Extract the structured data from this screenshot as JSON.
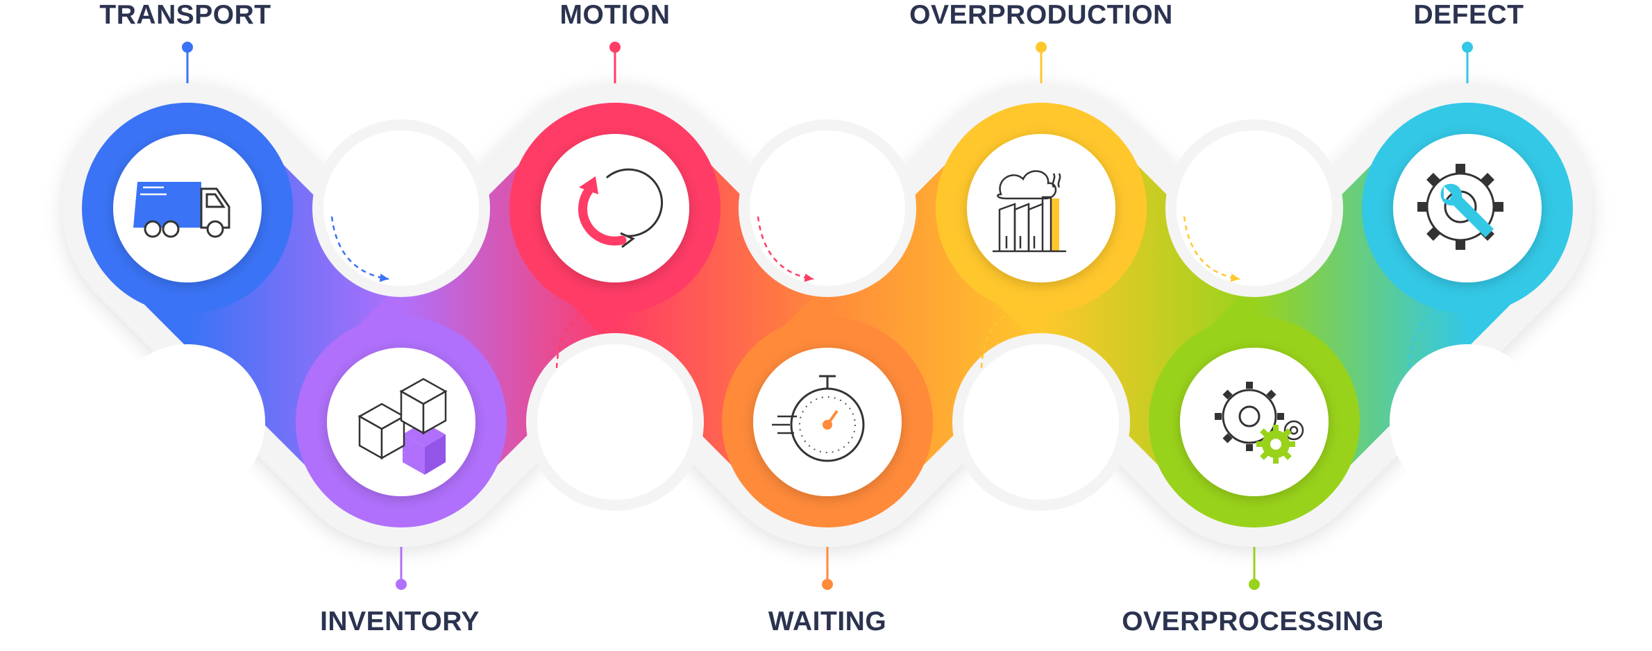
{
  "steps": [
    {
      "id": "transport",
      "label": "TRANSPORT",
      "color": "#3a73f5",
      "icon": "truck-icon"
    },
    {
      "id": "inventory",
      "label": "INVENTORY",
      "color": "#b070fb",
      "icon": "boxes-icon"
    },
    {
      "id": "motion",
      "label": "MOTION",
      "color": "#ff3c66",
      "icon": "cycle-arrows-icon"
    },
    {
      "id": "waiting",
      "label": "WAITING",
      "color": "#ff8a3a",
      "icon": "stopwatch-icon"
    },
    {
      "id": "overproduction",
      "label": "OVERPRODUCTION",
      "color": "#ffc72c",
      "icon": "factory-icon"
    },
    {
      "id": "overprocessing",
      "label": "OVERPROCESSING",
      "color": "#99d21b",
      "icon": "gears-icon"
    },
    {
      "id": "defect",
      "label": "DEFECT",
      "color": "#33c8e6",
      "icon": "gear-wrench-icon"
    }
  ]
}
